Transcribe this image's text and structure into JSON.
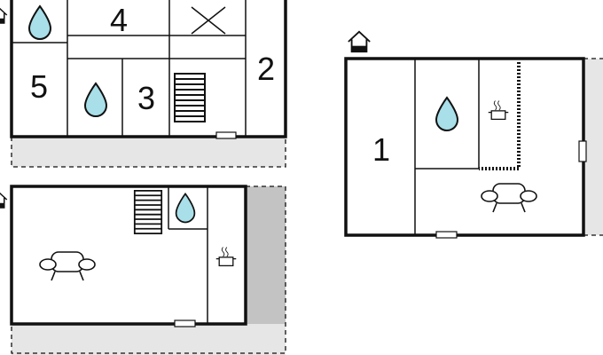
{
  "floorplans": [
    {
      "rooms": [
        "4",
        "5",
        "3",
        "2"
      ]
    },
    {
      "rooms": []
    },
    {
      "rooms": [
        "1"
      ]
    }
  ],
  "icons": {
    "water": "water-drop-icon",
    "kitchen": "cooking-pot-icon",
    "sofa": "sofa-icon",
    "stairs": "stairs-icon",
    "entrance": "house-entrance-icon",
    "window": "window-marker-icon",
    "outdoor": "terrace-area"
  },
  "colors": {
    "wall": "#111111",
    "water": "#a8dfe8",
    "terrace": "#e6e6e6",
    "terrace_covered": "#c3c3c3"
  }
}
